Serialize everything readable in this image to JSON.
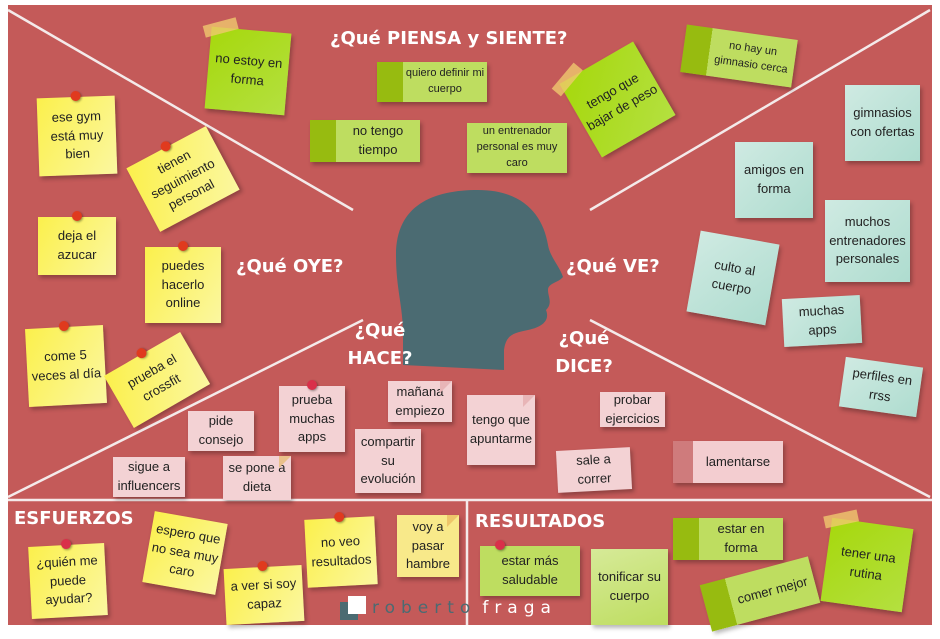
{
  "headings": {
    "piensa": "¿Qué PIENSA y SIENTE?",
    "oye": "¿Qué OYE?",
    "ve": "¿Qué VE?",
    "hace": "¿Qué HACE?",
    "dice": "¿Qué DICE?",
    "esfuerzos": "ESFUERZOS",
    "resultados": "RESULTADOS"
  },
  "piensa": [
    "no estoy en forma",
    "quiero definir mi cuerpo",
    "no tengo tiempo",
    "un entrenador personal es muy caro",
    "tengo que bajar de peso",
    "no hay un gimnasio cerca"
  ],
  "oye": [
    "ese gym está muy bien",
    "tienen seguimiento personal",
    "deja el azucar",
    "puedes hacerlo online",
    "come 5 veces al día",
    "prueba el crossfit"
  ],
  "ve": [
    "gimnasios con ofertas",
    "amigos en forma",
    "muchos entrenadores personales",
    "culto al cuerpo",
    "muchas apps",
    "perfiles en rrss"
  ],
  "hace": [
    "pide consejo",
    "sigue a influencers",
    "prueba muchas apps",
    "se pone a dieta",
    "mañana empiezo",
    "compartir su evolución"
  ],
  "dice": [
    "tengo que apuntarme",
    "probar ejercicios",
    "sale a correr",
    "lamentarse"
  ],
  "esfuerzos": [
    "¿quién me puede ayudar?",
    "espero que no sea muy caro",
    "a ver si soy capaz",
    "no veo resultados",
    "voy a pasar hambre"
  ],
  "resultados": [
    "estar más saludable",
    "tonificar su cuerpo",
    "estar en forma",
    "comer mejor",
    "tener una rutina"
  ],
  "logo": {
    "first": "roberto",
    "last": "fraga"
  },
  "colors": {
    "board": "#c45a59",
    "head": "#4b6b72"
  }
}
